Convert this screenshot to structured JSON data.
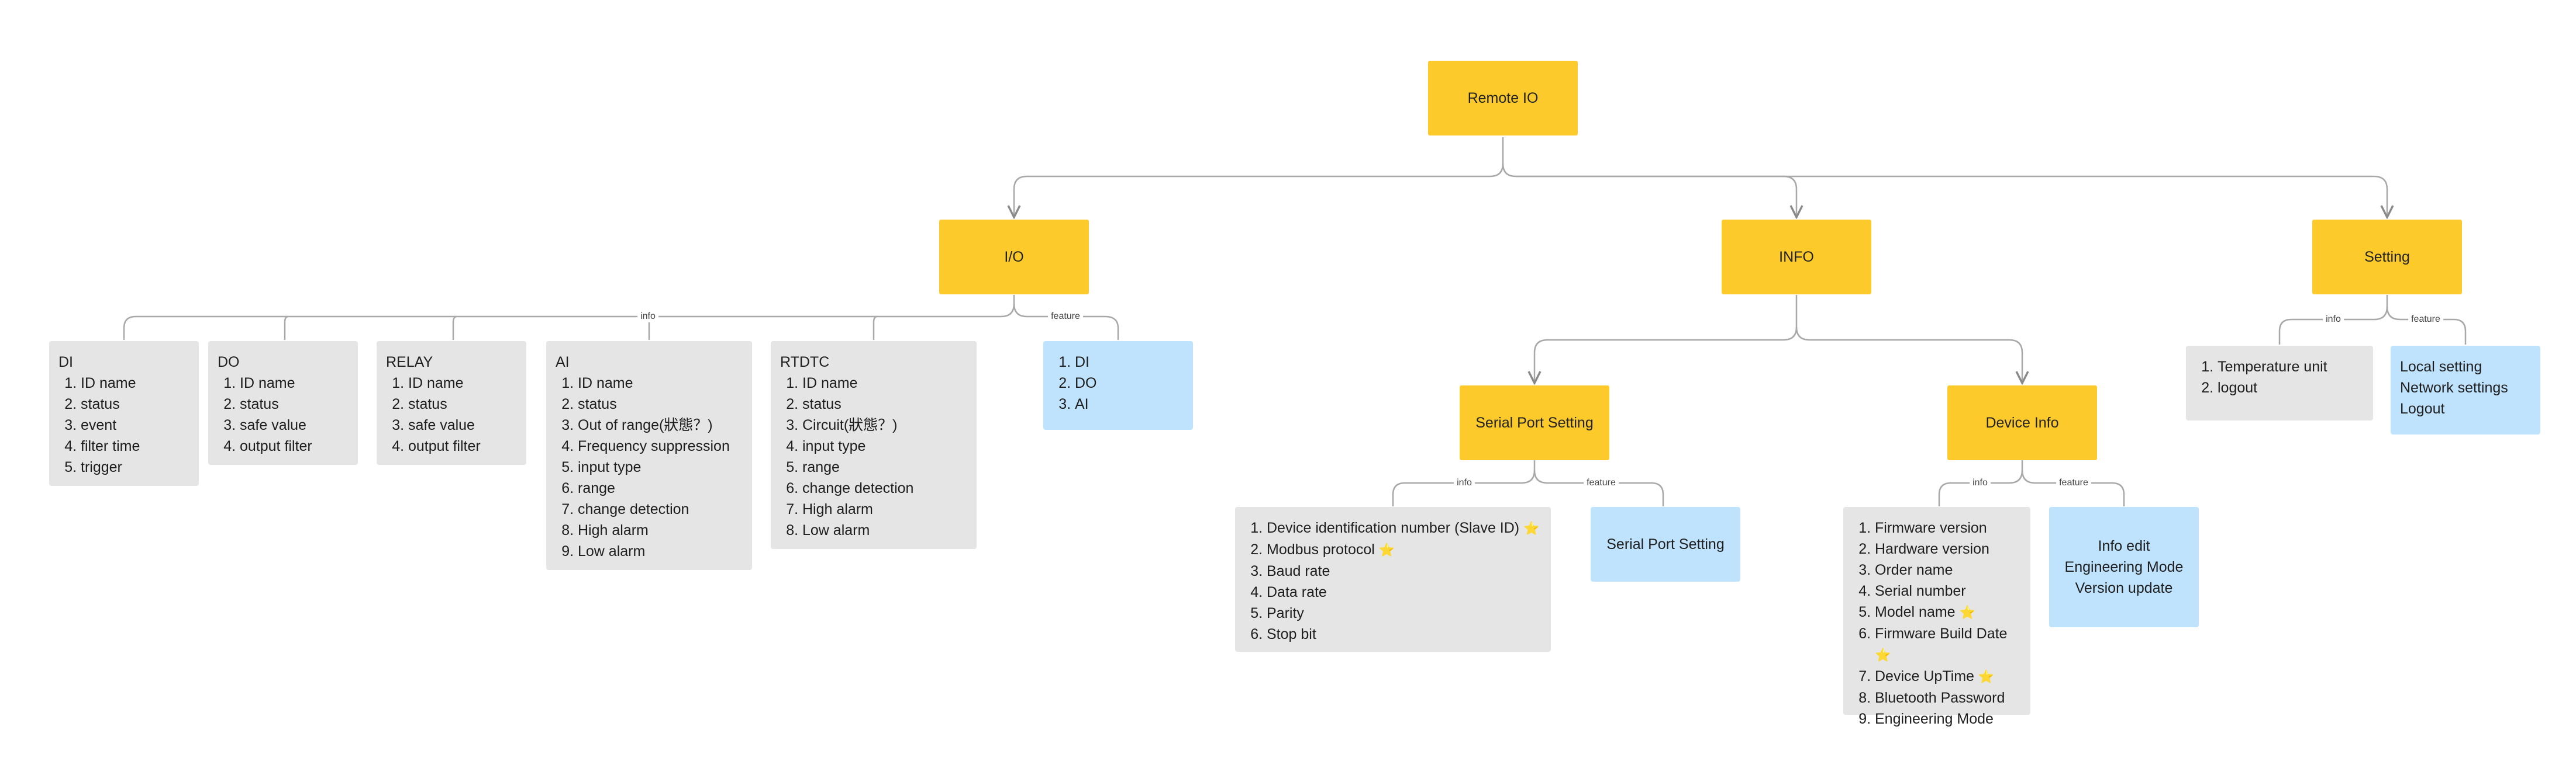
{
  "root": {
    "label": "Remote IO"
  },
  "io": {
    "label": "I/O",
    "edge_info": "info",
    "edge_feature": "feature",
    "di": {
      "title": "DI",
      "items": [
        "ID name",
        "status",
        "event",
        "filter time",
        "trigger"
      ]
    },
    "do": {
      "title": "DO",
      "items": [
        "ID name",
        "status",
        "safe value",
        "output filter"
      ]
    },
    "relay": {
      "title": "RELAY",
      "items": [
        "ID name",
        "status",
        "safe value",
        "output filter"
      ]
    },
    "ai": {
      "title": "AI",
      "items": [
        "ID name",
        "status",
        "Out of range(狀態？)",
        "Frequency suppression",
        "input type",
        "range",
        "change detection",
        "High alarm",
        "Low alarm"
      ]
    },
    "rtdtc": {
      "title": "RTDTC",
      "items": [
        "ID name",
        "status",
        "Circuit(狀態？)",
        "input type",
        "range",
        "change detection",
        "High alarm",
        "Low alarm"
      ]
    },
    "features": [
      "DI",
      "DO",
      "AI"
    ]
  },
  "info": {
    "label": "INFO",
    "serial": {
      "label": "Serial Port Setting",
      "edge_info": "info",
      "edge_feature": "feature",
      "items": [
        "Device identification number (Slave ID) ⭐",
        "Modbus protocol ⭐",
        "Baud rate",
        "Data rate",
        "Parity",
        "Stop bit"
      ],
      "feature_text": "Serial Port Setting"
    },
    "device": {
      "label": "Device Info",
      "edge_info": "info",
      "edge_feature": "feature",
      "items": [
        "Firmware version",
        "Hardware version",
        "Order name",
        "Serial number",
        "Model name ⭐",
        "Firmware Build Date ⭐",
        "Device UpTime ⭐",
        "Bluetooth Password",
        "Engineering Mode"
      ],
      "features": [
        "Info edit",
        "Engineering Mode",
        "Version update"
      ]
    }
  },
  "setting": {
    "label": "Setting",
    "edge_info": "info",
    "edge_feature": "feature",
    "items": [
      "Temperature unit",
      "logout"
    ],
    "features": [
      "Local setting",
      "Network settings",
      "Logout"
    ]
  },
  "colors": {
    "node": "#fdca2c",
    "info_card": "#e5e5e5",
    "feature_card": "#c0e3fd",
    "connector": "#a8a8a8"
  },
  "marker_icon": "star-icon"
}
